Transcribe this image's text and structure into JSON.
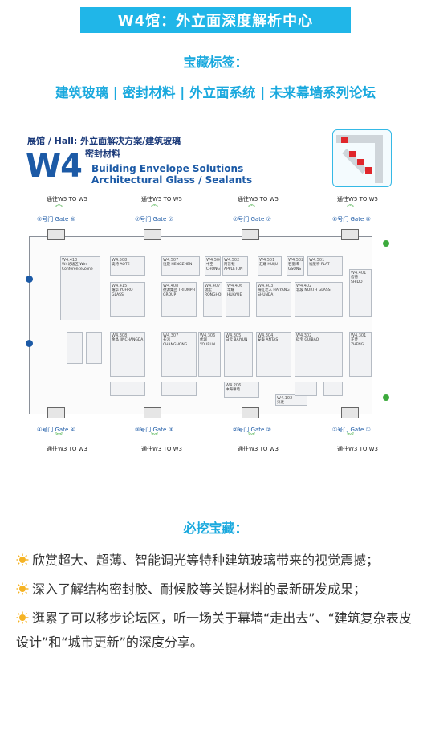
{
  "header": {
    "banner": "W4馆：外立面深度解析中心",
    "tags_title": "宝藏标签：",
    "tags_line": "建筑玻璃 | 密封材料 | 外立面系统 | 未来幕墙系列论坛"
  },
  "plan": {
    "hall_label_cn_1": "展馆 / Hall:  外立面解决方案/建筑玻璃",
    "hall_label_cn_2": "密封材料",
    "hall_code": "W4",
    "en_line_1": "Building Envelope Solutions",
    "en_line_2": "Architectural Glass / Sealants",
    "route_top_left": "通往W5  TO W5",
    "route_top_mid": "通往W5  TO W5",
    "route_top_right": "通往W5  TO W5",
    "route_bot_left": "通往W3  TO W3",
    "route_bot_mid": "通往W3  TO W3",
    "route_bot_right": "通往W3  TO W3",
    "gates_top": [
      "⑥号门 Gate ⑥",
      "⑦号门 Gate ⑦",
      "⑦号门 Gate ⑦",
      "⑧号门 Gate ⑧"
    ],
    "gates_bottom": [
      "④号门 Gate ④",
      "③号门 Gate ③",
      "②号门 Gate ②",
      "①号门 Gate ①"
    ],
    "booths": [
      {
        "code": "W4.410",
        "name": "W4论坛区 Win Conference Zone"
      },
      {
        "code": "W4.508",
        "name": "奥特 AOTE"
      },
      {
        "code": "W4.507",
        "name": "恒晟 HENGZHEN"
      },
      {
        "code": "W4.506",
        "name": "中空 CHONGLI"
      },
      {
        "code": "W4.502",
        "name": "阿普顿 APPLETON"
      },
      {
        "code": "W4.501",
        "name": "汇耀 HUIJU"
      },
      {
        "code": "W4.502",
        "name": "石墨烯 GSONS"
      },
      {
        "code": "W4.501",
        "name": "福莱特 FLAT"
      },
      {
        "code": "W4.401",
        "name": "信德 SHIDO"
      },
      {
        "code": "W4.415",
        "name": "耀华 YOHRO GLASS"
      },
      {
        "code": "W4.408",
        "name": "德源集团 TRIUMPH GROUP"
      },
      {
        "code": "W4.407",
        "name": "瑞宏 RONGHONG"
      },
      {
        "code": "W4.406",
        "name": "华耀 HUAYUE"
      },
      {
        "code": "W4.403",
        "name": "海虹老人 HAIYANG SHUNDA"
      },
      {
        "code": "W4.402",
        "name": "北玻 NORTH GLASS"
      },
      {
        "code": "W4.308",
        "name": "金晶 JINCHANGDA"
      },
      {
        "code": "W4.307",
        "name": "长鸿 CHANGHONG"
      },
      {
        "code": "W4.306",
        "name": "优润 YOURUN"
      },
      {
        "code": "W4.305",
        "name": "白云 BAIYUN"
      },
      {
        "code": "W4.304",
        "name": "安泰 ANTAS"
      },
      {
        "code": "W4.302",
        "name": "硅宝 GUIBAO"
      },
      {
        "code": "W4.301",
        "name": "正佳 ZHENG"
      },
      {
        "code": "W4.206",
        "name": "中海幕墙"
      },
      {
        "code": "W4.102",
        "name": "兴发"
      }
    ]
  },
  "section2": {
    "title": "必挖宝藏：",
    "items": [
      "欣赏超大、超薄、智能调光等特种建筑玻璃带来的视觉震撼；",
      "深入了解结构密封胶、耐候胶等关键材料的最新研发成果；",
      "逛累了可以移步论坛区，听一场关于幕墙“走出去”、“建筑复杂表皮设计”和“城市更新”的深度分享。"
    ]
  },
  "colors": {
    "banner_bg": "#20b6e8",
    "accent_text": "#1aa9de",
    "hall_blue": "#1c5aa6",
    "exit_green": "#3caa3c",
    "minimap_red": "#e0262b"
  },
  "icons": {
    "bullet": "sun-icon"
  }
}
